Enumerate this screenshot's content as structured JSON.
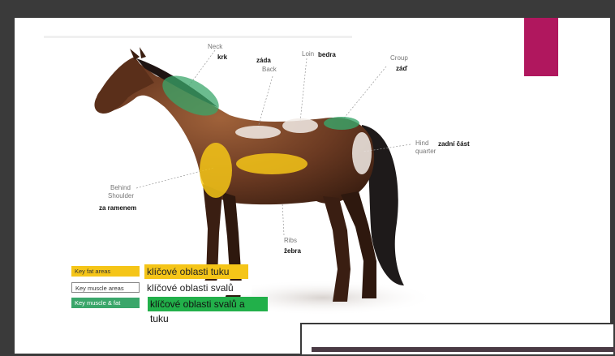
{
  "labels": {
    "neck_en": "Neck",
    "neck_cz": "krk",
    "back_cz": "záda",
    "back_en": "Back",
    "loin_en": "Loin",
    "loin_cz": "bedra",
    "croup_en": "Croup",
    "croup_cz": "záď",
    "hind_en_1": "Hind",
    "hind_en_2": "quarter",
    "hind_cz": "zadní část",
    "shoulder_en_1": "Behind",
    "shoulder_en_2": "Shoulder",
    "shoulder_cz": "za ramenem",
    "ribs_en": "Ribs",
    "ribs_cz": "žebra"
  },
  "legend": [
    {
      "en": "Key fat areas",
      "cz": "klíčové oblasti tuku",
      "color": "#f5c518"
    },
    {
      "en": "Key muscle areas",
      "cz": "klíčové oblasti svalů",
      "color": "#ffffff"
    },
    {
      "en": "Key muscle & fat areas",
      "cz": "klíčové oblasti svalů a tuku",
      "color": "#3aa66a"
    }
  ],
  "colors": {
    "accent": "#b0175e",
    "fat": "#f5c518",
    "muscle_fat": "#3aa66a",
    "horse": "#6b3a22"
  }
}
